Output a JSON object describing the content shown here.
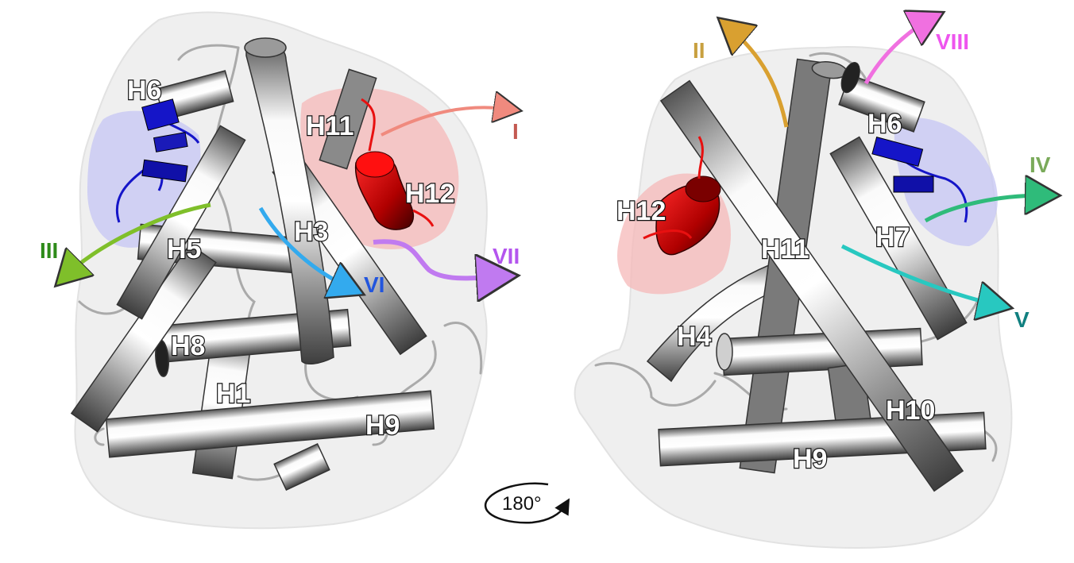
{
  "left_view": {
    "helices": [
      "H6",
      "H11",
      "H12",
      "H3",
      "H5",
      "H8",
      "H1",
      "H9"
    ],
    "pathways": [
      {
        "label": "I",
        "color": "#c45a52",
        "arrow_color": "#f08a7e"
      },
      {
        "label": "III",
        "color": "#2e8b1a",
        "arrow_color": "#7fbf2a"
      },
      {
        "label": "VI",
        "color": "#2255dd",
        "arrow_color": "#33aaee"
      },
      {
        "label": "VII",
        "color": "#b455ee",
        "arrow_color": "#c07af0"
      }
    ]
  },
  "right_view": {
    "helices": [
      "H6",
      "H12",
      "H11",
      "H7",
      "H4",
      "H10",
      "H9"
    ],
    "pathways": [
      {
        "label": "II",
        "color": "#c8a040",
        "arrow_color": "#d9a030"
      },
      {
        "label": "VIII",
        "color": "#ee55ee",
        "arrow_color": "#f070e0"
      },
      {
        "label": "IV",
        "color": "#7aaa5a",
        "arrow_color": "#2fbb7a"
      },
      {
        "label": "V",
        "color": "#118080",
        "arrow_color": "#28c8c0"
      }
    ]
  },
  "rotation": {
    "label": "180°"
  },
  "colors": {
    "helix_light": "#f2f2f2",
    "helix_dark": "#6a6a6a",
    "surface": "#eeeeee",
    "highlight_red": "#e81010",
    "highlight_blue": "#1515c8"
  }
}
